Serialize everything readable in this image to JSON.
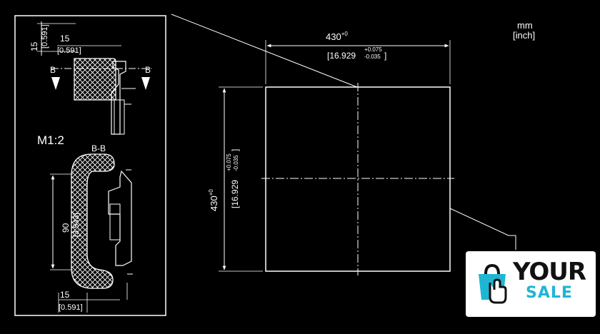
{
  "units": {
    "line1": "mm",
    "line2": "[inch]"
  },
  "detail": {
    "scale": "M1:2",
    "section_label": "B-B",
    "arrow_left": "B",
    "arrow_right": "B",
    "top_vertical_dim": {
      "mm": "15",
      "inch": "[0.591]"
    },
    "top_horizontal_dim": {
      "mm": "15",
      "inch": "[0.591]"
    },
    "height_dim": {
      "mm": "90",
      "inch": "[3.543]"
    },
    "bottom_dim": {
      "mm": "15",
      "inch": "[0.591]"
    }
  },
  "main_view": {
    "width_dim": {
      "mm": "430",
      "mm_tol": "+0",
      "inch": "[16.929",
      "inch_tol_upper": "+0.075",
      "inch_tol_lower": "-0.035",
      "inch_close": "]"
    },
    "height_dim": {
      "mm": "430",
      "mm_tol": "+0",
      "inch": "[16.929",
      "inch_tol_upper": "+0.075",
      "inch_tol_lower": "-0.035",
      "inch_close": "]"
    }
  },
  "logo": {
    "line1": "YOUR",
    "line2": "SALE",
    "brand_color": "#1fb6d3"
  }
}
